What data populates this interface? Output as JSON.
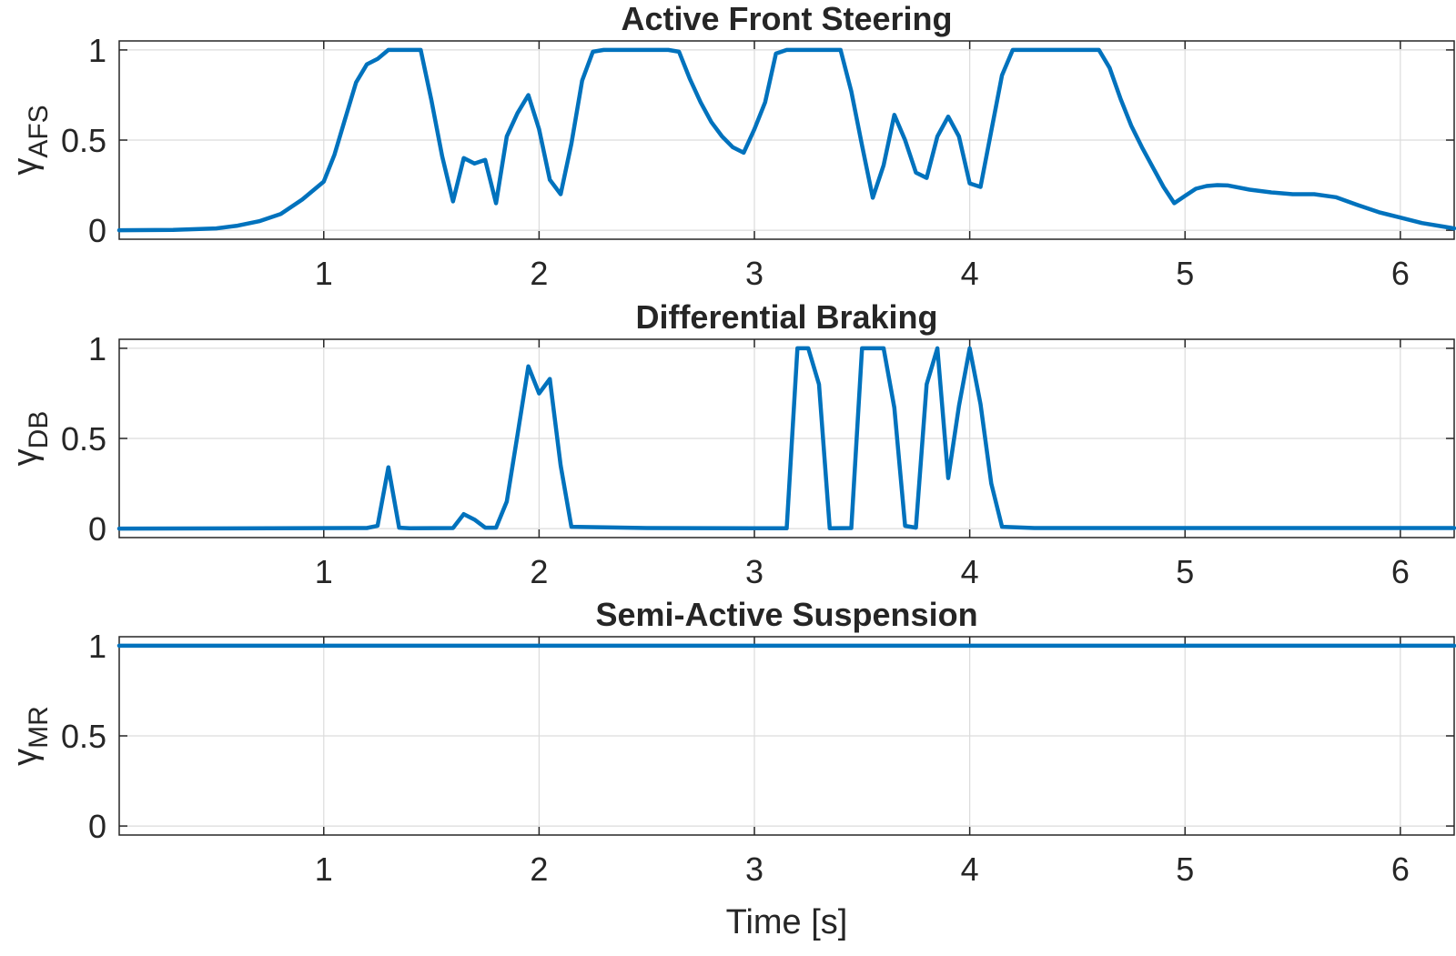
{
  "chart_data": [
    {
      "type": "line",
      "title": "Active Front Steering",
      "ylabel": "γ",
      "ylabel_sub": "AFS",
      "xlabel": "",
      "xlim": [
        0.05,
        6.25
      ],
      "ylim": [
        -0.05,
        1.05
      ],
      "xticks": [
        1,
        2,
        3,
        4,
        5,
        6
      ],
      "yticks": [
        0,
        0.5,
        1
      ],
      "xtick_labels": [
        "1",
        "2",
        "3",
        "4",
        "5",
        "6"
      ],
      "ytick_labels": [
        "0",
        "0.5",
        "1"
      ],
      "grid": true,
      "line_color": "#0072BD",
      "series": [
        {
          "x": [
            0.05,
            0.3,
            0.5,
            0.6,
            0.7,
            0.8,
            0.9,
            1.0,
            1.05,
            1.1,
            1.15,
            1.2,
            1.25,
            1.3,
            1.35,
            1.4,
            1.45,
            1.5,
            1.55,
            1.6,
            1.65,
            1.7,
            1.75,
            1.8,
            1.85,
            1.9,
            1.95,
            2.0,
            2.05,
            2.1,
            2.15,
            2.2,
            2.25,
            2.3,
            2.4,
            2.5,
            2.6,
            2.65,
            2.7,
            2.75,
            2.8,
            2.85,
            2.9,
            2.95,
            3.0,
            3.05,
            3.1,
            3.15,
            3.2,
            3.3,
            3.4,
            3.45,
            3.5,
            3.55,
            3.6,
            3.65,
            3.7,
            3.75,
            3.8,
            3.85,
            3.9,
            3.95,
            4.0,
            4.05,
            4.1,
            4.15,
            4.2,
            4.3,
            4.4,
            4.5,
            4.6,
            4.65,
            4.7,
            4.75,
            4.8,
            4.85,
            4.9,
            4.95,
            5.0,
            5.05,
            5.1,
            5.15,
            5.2,
            5.3,
            5.4,
            5.5,
            5.6,
            5.7,
            5.8,
            5.9,
            6.0,
            6.1,
            6.2,
            6.25
          ],
          "y": [
            0,
            0.002,
            0.01,
            0.025,
            0.05,
            0.09,
            0.17,
            0.27,
            0.42,
            0.62,
            0.82,
            0.92,
            0.95,
            1.0,
            1.0,
            1.0,
            1.0,
            0.72,
            0.41,
            0.16,
            0.4,
            0.37,
            0.39,
            0.15,
            0.52,
            0.65,
            0.75,
            0.56,
            0.28,
            0.2,
            0.48,
            0.83,
            0.99,
            1.0,
            1.0,
            1.0,
            1.0,
            0.99,
            0.84,
            0.71,
            0.6,
            0.52,
            0.46,
            0.43,
            0.56,
            0.71,
            0.98,
            1.0,
            1.0,
            1.0,
            1.0,
            0.77,
            0.47,
            0.18,
            0.36,
            0.64,
            0.5,
            0.32,
            0.29,
            0.52,
            0.63,
            0.52,
            0.26,
            0.24,
            0.55,
            0.86,
            1.0,
            1.0,
            1.0,
            1.0,
            1.0,
            0.9,
            0.73,
            0.58,
            0.46,
            0.35,
            0.24,
            0.15,
            0.19,
            0.23,
            0.245,
            0.25,
            0.248,
            0.225,
            0.21,
            0.2,
            0.2,
            0.183,
            0.14,
            0.1,
            0.07,
            0.04,
            0.02,
            0.01
          ]
        }
      ]
    },
    {
      "type": "line",
      "title": "Differential Braking",
      "ylabel": "γ",
      "ylabel_sub": "DB",
      "xlabel": "",
      "xlim": [
        0.05,
        6.25
      ],
      "ylim": [
        -0.05,
        1.05
      ],
      "xticks": [
        1,
        2,
        3,
        4,
        5,
        6
      ],
      "yticks": [
        0,
        0.5,
        1
      ],
      "xtick_labels": [
        "1",
        "2",
        "3",
        "4",
        "5",
        "6"
      ],
      "ytick_labels": [
        "0",
        "0.5",
        "1"
      ],
      "grid": true,
      "line_color": "#0072BD",
      "series": [
        {
          "x": [
            0.05,
            1.2,
            1.25,
            1.3,
            1.35,
            1.4,
            1.6,
            1.65,
            1.7,
            1.75,
            1.8,
            1.85,
            1.9,
            1.95,
            2.0,
            2.05,
            2.1,
            2.15,
            2.5,
            3.0,
            3.15,
            3.2,
            3.25,
            3.3,
            3.35,
            3.45,
            3.5,
            3.55,
            3.6,
            3.65,
            3.7,
            3.75,
            3.8,
            3.85,
            3.9,
            3.95,
            4.0,
            4.05,
            4.1,
            4.15,
            4.3,
            6.25
          ],
          "y": [
            0,
            0.003,
            0.015,
            0.34,
            0.005,
            0.002,
            0.003,
            0.08,
            0.05,
            0.005,
            0.005,
            0.15,
            0.52,
            0.9,
            0.75,
            0.83,
            0.35,
            0.01,
            0.003,
            0.002,
            0.002,
            1.0,
            1.0,
            0.8,
            0.002,
            0.003,
            1.0,
            1.0,
            1.0,
            0.67,
            0.015,
            0.005,
            0.8,
            1.0,
            0.28,
            0.68,
            1.0,
            0.69,
            0.25,
            0.01,
            0.003,
            0.003
          ]
        }
      ]
    },
    {
      "type": "line",
      "title": "Semi-Active Suspension",
      "ylabel": "γ",
      "ylabel_sub": "MR",
      "xlabel": "Time [s]",
      "xlim": [
        0.05,
        6.25
      ],
      "ylim": [
        -0.05,
        1.05
      ],
      "xticks": [
        1,
        2,
        3,
        4,
        5,
        6
      ],
      "yticks": [
        0,
        0.5,
        1
      ],
      "xtick_labels": [
        "1",
        "2",
        "3",
        "4",
        "5",
        "6"
      ],
      "ytick_labels": [
        "0",
        "0.5",
        "1"
      ],
      "grid": true,
      "line_color": "#0072BD",
      "series": [
        {
          "x": [
            0.05,
            6.25
          ],
          "y": [
            1,
            1
          ]
        }
      ]
    }
  ]
}
